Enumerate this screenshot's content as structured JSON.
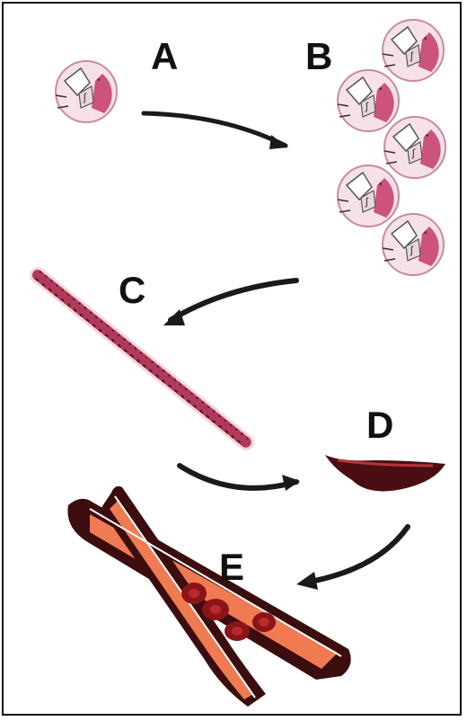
{
  "labels": {
    "a": "A",
    "b": "B",
    "c": "C",
    "d": "D",
    "e": "E"
  },
  "colors": {
    "frame": "#111111",
    "cell_fill": "#f6e1ea",
    "cell_accent": "#c43a69",
    "arrow": "#1a1a1a",
    "fiber": "#b03a5a",
    "clot": "#4a0e12",
    "vessel_wall": "#3b0d0f",
    "vessel_lumen": "#f07a52",
    "rbc": "#8a1418"
  }
}
